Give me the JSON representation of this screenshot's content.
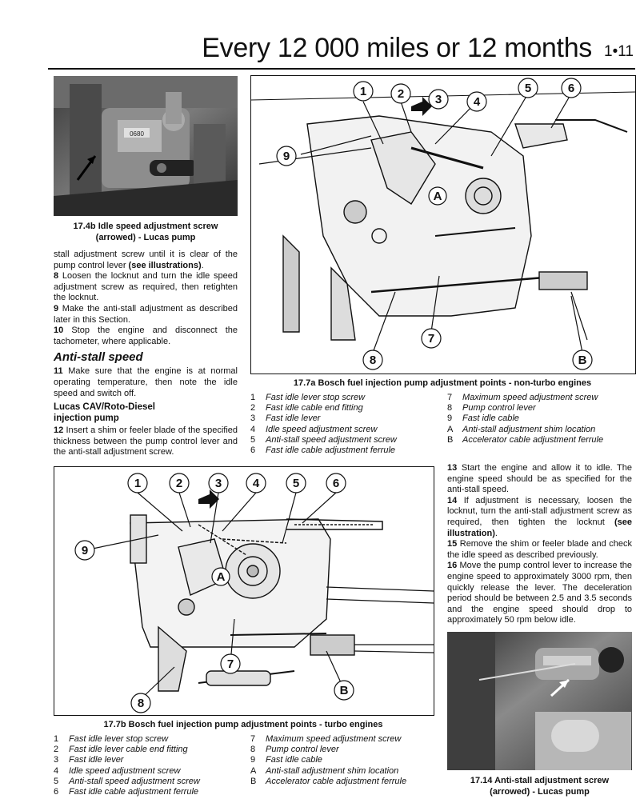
{
  "header": {
    "title": "Every 12 000 miles or 12 months",
    "page": "1•11"
  },
  "photo_17_4b": {
    "caption_line1": "17.4b  Idle speed adjustment screw",
    "caption_line2": "(arrowed) - Lucas pump",
    "stamp": "0680"
  },
  "left_text": {
    "p1_text": "stall adjustment screw until it is clear of the pump control lever ",
    "p1_bold": "(see illustrations)",
    "p1_end": ".",
    "p8_num": "8",
    "p8_text": " Loosen the locknut and turn the idle speed adjustment screw as required, then retighten the locknut.",
    "p9_num": "9",
    "p9_text": " Make the anti-stall adjustment as described later in this Section.",
    "p10_num": "10",
    "p10_text": " Stop the engine and disconnect the tachometer, where applicable.",
    "heading": "Anti-stall speed",
    "p11_num": "11",
    "p11_text": " Make sure that the engine is at normal operating temperature, then note the idle speed and switch off.",
    "subheading_line1": "Lucas CAV/Roto-Diesel",
    "subheading_line2": "injection pump",
    "p12_num": "12",
    "p12_text": " Insert a shim or feeler blade of the specified thickness between the pump control lever and the anti-stall adjustment screw."
  },
  "diagram_17_7a": {
    "caption": "17.7a  Bosch fuel injection pump adjustment points - non-turbo engines",
    "callouts": [
      "1",
      "2",
      "3",
      "4",
      "5",
      "6",
      "9",
      "A",
      "8",
      "7",
      "B"
    ]
  },
  "legend_a": {
    "col1": [
      {
        "key": "1",
        "text": "Fast idle lever stop screw"
      },
      {
        "key": "2",
        "text": "Fast idle cable end fitting"
      },
      {
        "key": "3",
        "text": "Fast idle lever"
      },
      {
        "key": "4",
        "text": "Idle speed adjustment screw"
      },
      {
        "key": "5",
        "text": "Anti-stall speed adjustment screw"
      },
      {
        "key": "6",
        "text": "Fast idle cable adjustment ferrule"
      }
    ],
    "col2": [
      {
        "key": "7",
        "text": "Maximum speed adjustment screw"
      },
      {
        "key": "8",
        "text": "Pump control lever"
      },
      {
        "key": "9",
        "text": "Fast idle cable"
      },
      {
        "key": "A",
        "text": "Anti-stall adjustment shim location"
      },
      {
        "key": "B",
        "text": "Accelerator cable adjustment ferrule"
      }
    ]
  },
  "diagram_17_7b": {
    "caption": "17.7b  Bosch fuel injection pump adjustment points - turbo engines",
    "callouts": [
      "1",
      "2",
      "3",
      "4",
      "5",
      "6",
      "9",
      "A",
      "7",
      "8",
      "B"
    ]
  },
  "legend_b": {
    "col1": [
      {
        "key": "1",
        "text": "Fast idle lever stop screw"
      },
      {
        "key": "2",
        "text": "Fast idle lever cable end fitting"
      },
      {
        "key": "3",
        "text": "Fast idle lever"
      },
      {
        "key": "4",
        "text": "Idle speed adjustment screw"
      },
      {
        "key": "5",
        "text": "Anti-stall speed adjustment screw"
      },
      {
        "key": "6",
        "text": "Fast idle cable adjustment ferrule"
      }
    ],
    "col2": [
      {
        "key": "7",
        "text": "Maximum speed adjustment screw"
      },
      {
        "key": "8",
        "text": "Pump control lever"
      },
      {
        "key": "9",
        "text": "Fast idle cable"
      },
      {
        "key": "A",
        "text": "Anti-stall adjustment shim location"
      },
      {
        "key": "B",
        "text": "Accelerator cable adjustment ferrule"
      }
    ]
  },
  "right_text": {
    "p13_num": "13",
    "p13_text": " Start the engine and allow it to idle. The engine speed should be as specified for the anti-stall speed.",
    "p14_num": "14",
    "p14_text": " If adjustment is necessary, loosen the locknut, turn the anti-stall adjustment screw as required, then tighten the locknut ",
    "p14_bold": "(see illustration)",
    "p14_end": ".",
    "p15_num": "15",
    "p15_text": " Remove the shim or feeler blade and check the idle speed as described previously.",
    "p16_num": "16",
    "p16_text": " Move the pump control lever to increase the engine speed to approximately 3000 rpm, then quickly release the lever. The deceleration period should be between 2.5 and 3.5 seconds and the engine speed should drop to approximately 50 rpm below idle."
  },
  "photo_17_14": {
    "caption_line1": "17.14  Anti-stall adjustment screw",
    "caption_line2": "(arrowed) - Lucas pump"
  }
}
